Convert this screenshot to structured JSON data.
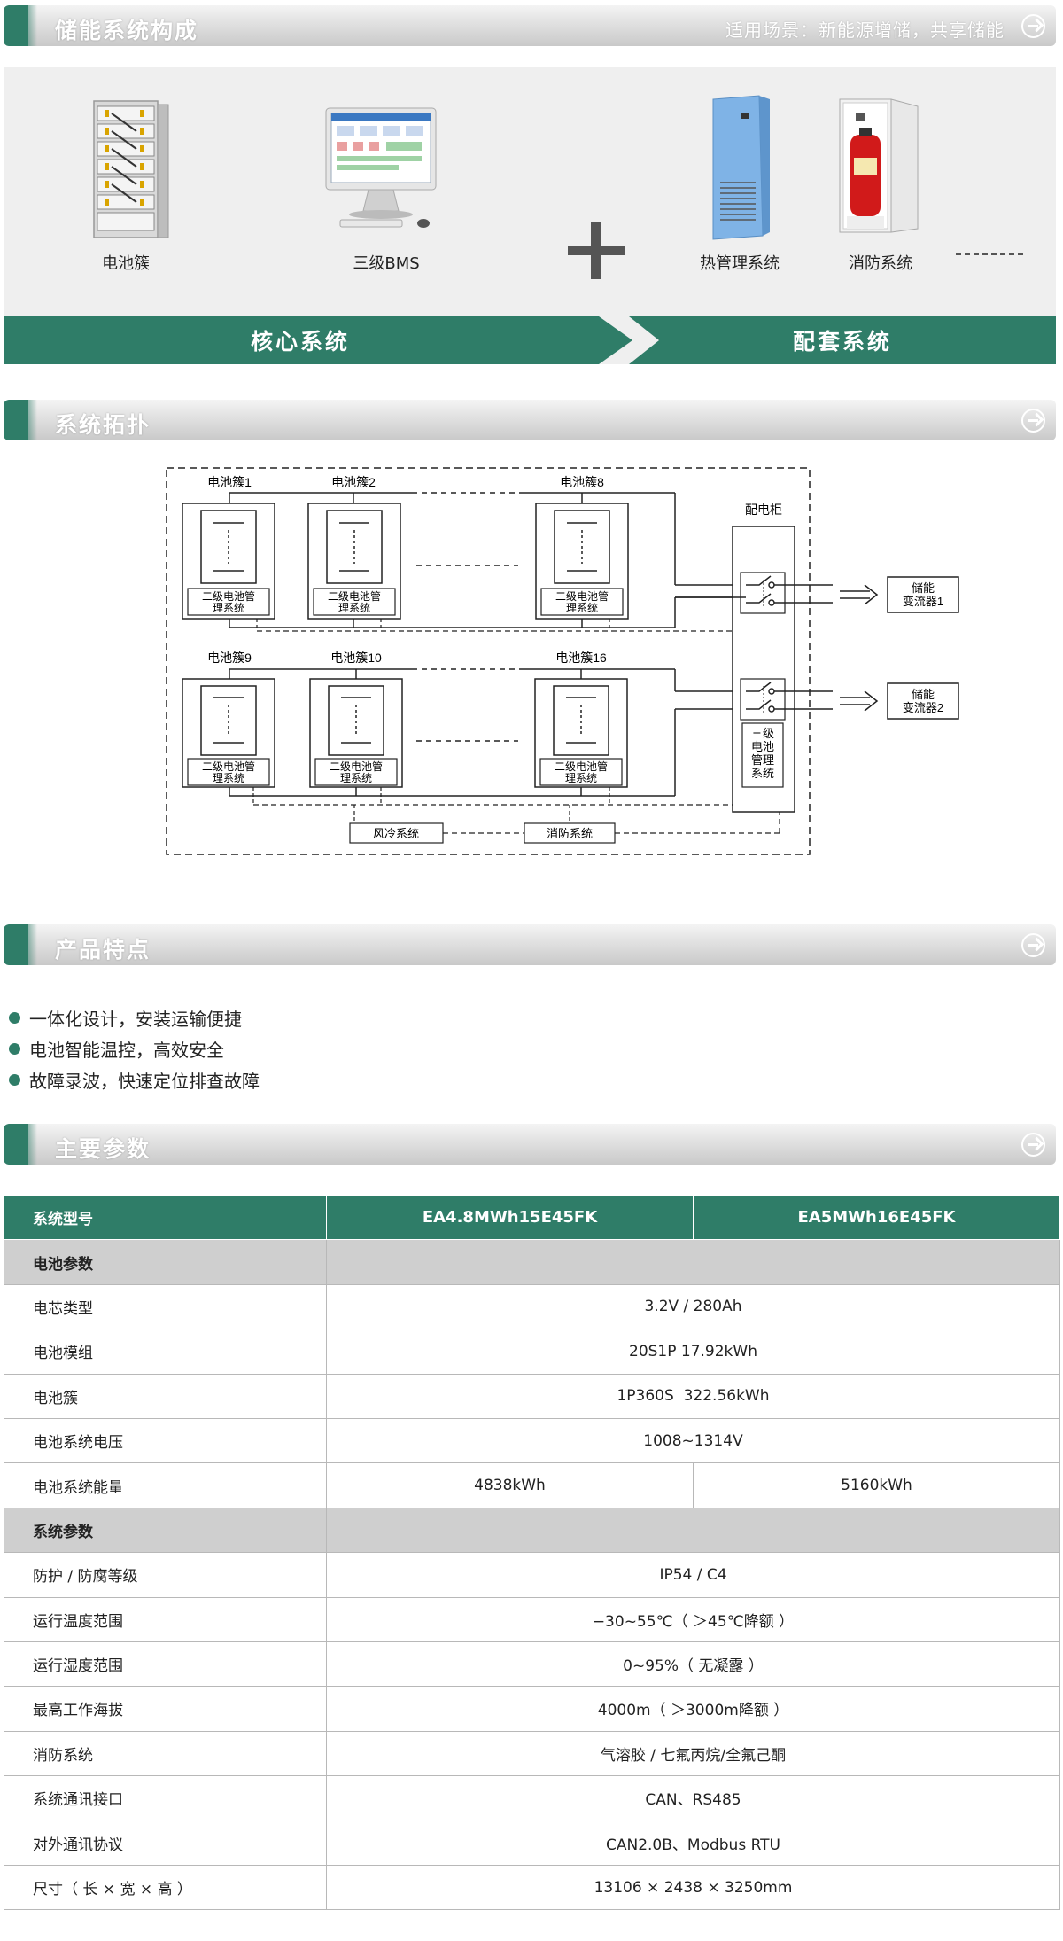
{
  "composition": {
    "title": "储能系统构成",
    "subtitle": "适用场景：新能源增储，共享储能",
    "items": [
      {
        "label": "电池簇"
      },
      {
        "label": "三级BMS"
      },
      {
        "label": "热管理系统"
      },
      {
        "label": "消防系统"
      }
    ],
    "core_label": "核心系统",
    "support_label": "配套系统"
  },
  "topology": {
    "title": "系统拓扑",
    "clusters_top": [
      "电池簇1",
      "电池簇2",
      "电池簇8"
    ],
    "clusters_bottom": [
      "电池簇9",
      "电池簇10",
      "电池簇16"
    ],
    "bms2_line1": "二级电池管",
    "bms2_line2": "理系统",
    "cabinet_label": "配电柜",
    "bms3_lines": [
      "三级",
      "电池",
      "管理",
      "系统"
    ],
    "pcs1_lines": [
      "储能",
      "变流器1"
    ],
    "pcs2_lines": [
      "储能",
      "变流器2"
    ],
    "cooling_label": "风冷系统",
    "fire_label": "消防系统"
  },
  "features": {
    "title": "产品特点",
    "items": [
      "一体化设计，安装运输便捷",
      "电池智能温控，高效安全",
      "故障录波，快速定位排查故障"
    ]
  },
  "params": {
    "title": "主要参数",
    "header": {
      "label": "系统型号",
      "model_a": "EA4.8MWh15E45FK",
      "model_b": "EA5MWh16E45FK"
    },
    "battery_group": "电池参数",
    "battery_rows": [
      {
        "label": "电芯类型",
        "value": "3.2V / 280Ah"
      },
      {
        "label": "电池模组",
        "value": "20S1P 17.92kWh"
      },
      {
        "label": "电池簇",
        "value": "1P360S  322.56kWh"
      },
      {
        "label": "电池系统电压",
        "value": "1008~1314V"
      }
    ],
    "energy_row": {
      "label": "电池系统能量",
      "value_a": "4838kWh",
      "value_b": "5160kWh"
    },
    "system_group": "系统参数",
    "system_rows": [
      {
        "label": "防护 / 防腐等级",
        "value": "IP54 / C4"
      },
      {
        "label": "运行温度范围",
        "value": "−30~55℃（ ＞45℃降额 ）"
      },
      {
        "label": "运行湿度范围",
        "value": "0~95%（ 无凝露 ）"
      },
      {
        "label": "最高工作海拔",
        "value": "4000m（ ＞3000m降额 ）"
      },
      {
        "label": "消防系统",
        "value": "气溶胶 / 七氟丙烷/全氟己酮"
      },
      {
        "label": "系统通讯接口",
        "value": "CAN、RS485"
      },
      {
        "label": "对外通讯协议",
        "value": "CAN2.0B、Modbus RTU"
      },
      {
        "label": "尺寸（ 长 × 宽 × 高 ）",
        "value": "13106 × 2438 × 3250mm"
      }
    ]
  },
  "colors": {
    "accent": "#2f7d68",
    "bar_gray": "#d4d4d4",
    "group_gray": "#cfcfcf"
  }
}
